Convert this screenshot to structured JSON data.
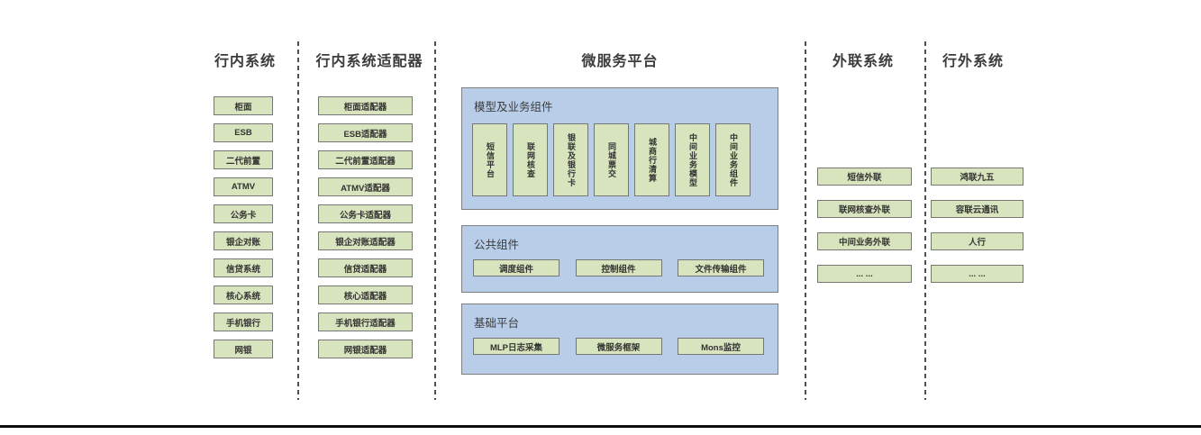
{
  "colors": {
    "panel_blue": "#b7cde8",
    "box_green": "#d8e4bd",
    "box_border": "#767676",
    "separator_gray": "#4f4f4f",
    "title_text": "#3c3c3c",
    "bottom_rule": "#0d0d0d"
  },
  "columns": {
    "internal": {
      "title": "行内系统",
      "items": [
        "柜面",
        "ESB",
        "二代前置",
        "ATMV",
        "公务卡",
        "银企对账",
        "信贷系统",
        "核心系统",
        "手机银行",
        "网银"
      ]
    },
    "adapters": {
      "title": "行内系统适配器",
      "items": [
        "柜面适配器",
        "ESB适配器",
        "二代前置适配器",
        "ATMV适配器",
        "公务卡适配器",
        "银企对账适配器",
        "信贷适配器",
        "核心适配器",
        "手机银行适配器",
        "网银适配器"
      ]
    },
    "platform": {
      "title": "微服务平台",
      "sections": [
        {
          "label": "模型及业务组件",
          "orientation": "vertical",
          "items": [
            "短信平台",
            "联网核查",
            "银联及银行卡",
            "同城票交",
            "城商行清算",
            "中间业务模型",
            "中间业务组件"
          ]
        },
        {
          "label": "公共组件",
          "items": [
            "调度组件",
            "控制组件",
            "文件传输组件"
          ]
        },
        {
          "label": "基础平台",
          "items": [
            "MLP日志采集",
            "微服务框架",
            "Mons监控"
          ]
        }
      ]
    },
    "outreach": {
      "title": "外联系统",
      "items": [
        "短信外联",
        "联网核查外联",
        "中间业务外联",
        "... ..."
      ]
    },
    "external": {
      "title": "行外系统",
      "items": [
        "鸿联九五",
        "容联云通讯",
        "人行",
        "... ..."
      ]
    }
  }
}
